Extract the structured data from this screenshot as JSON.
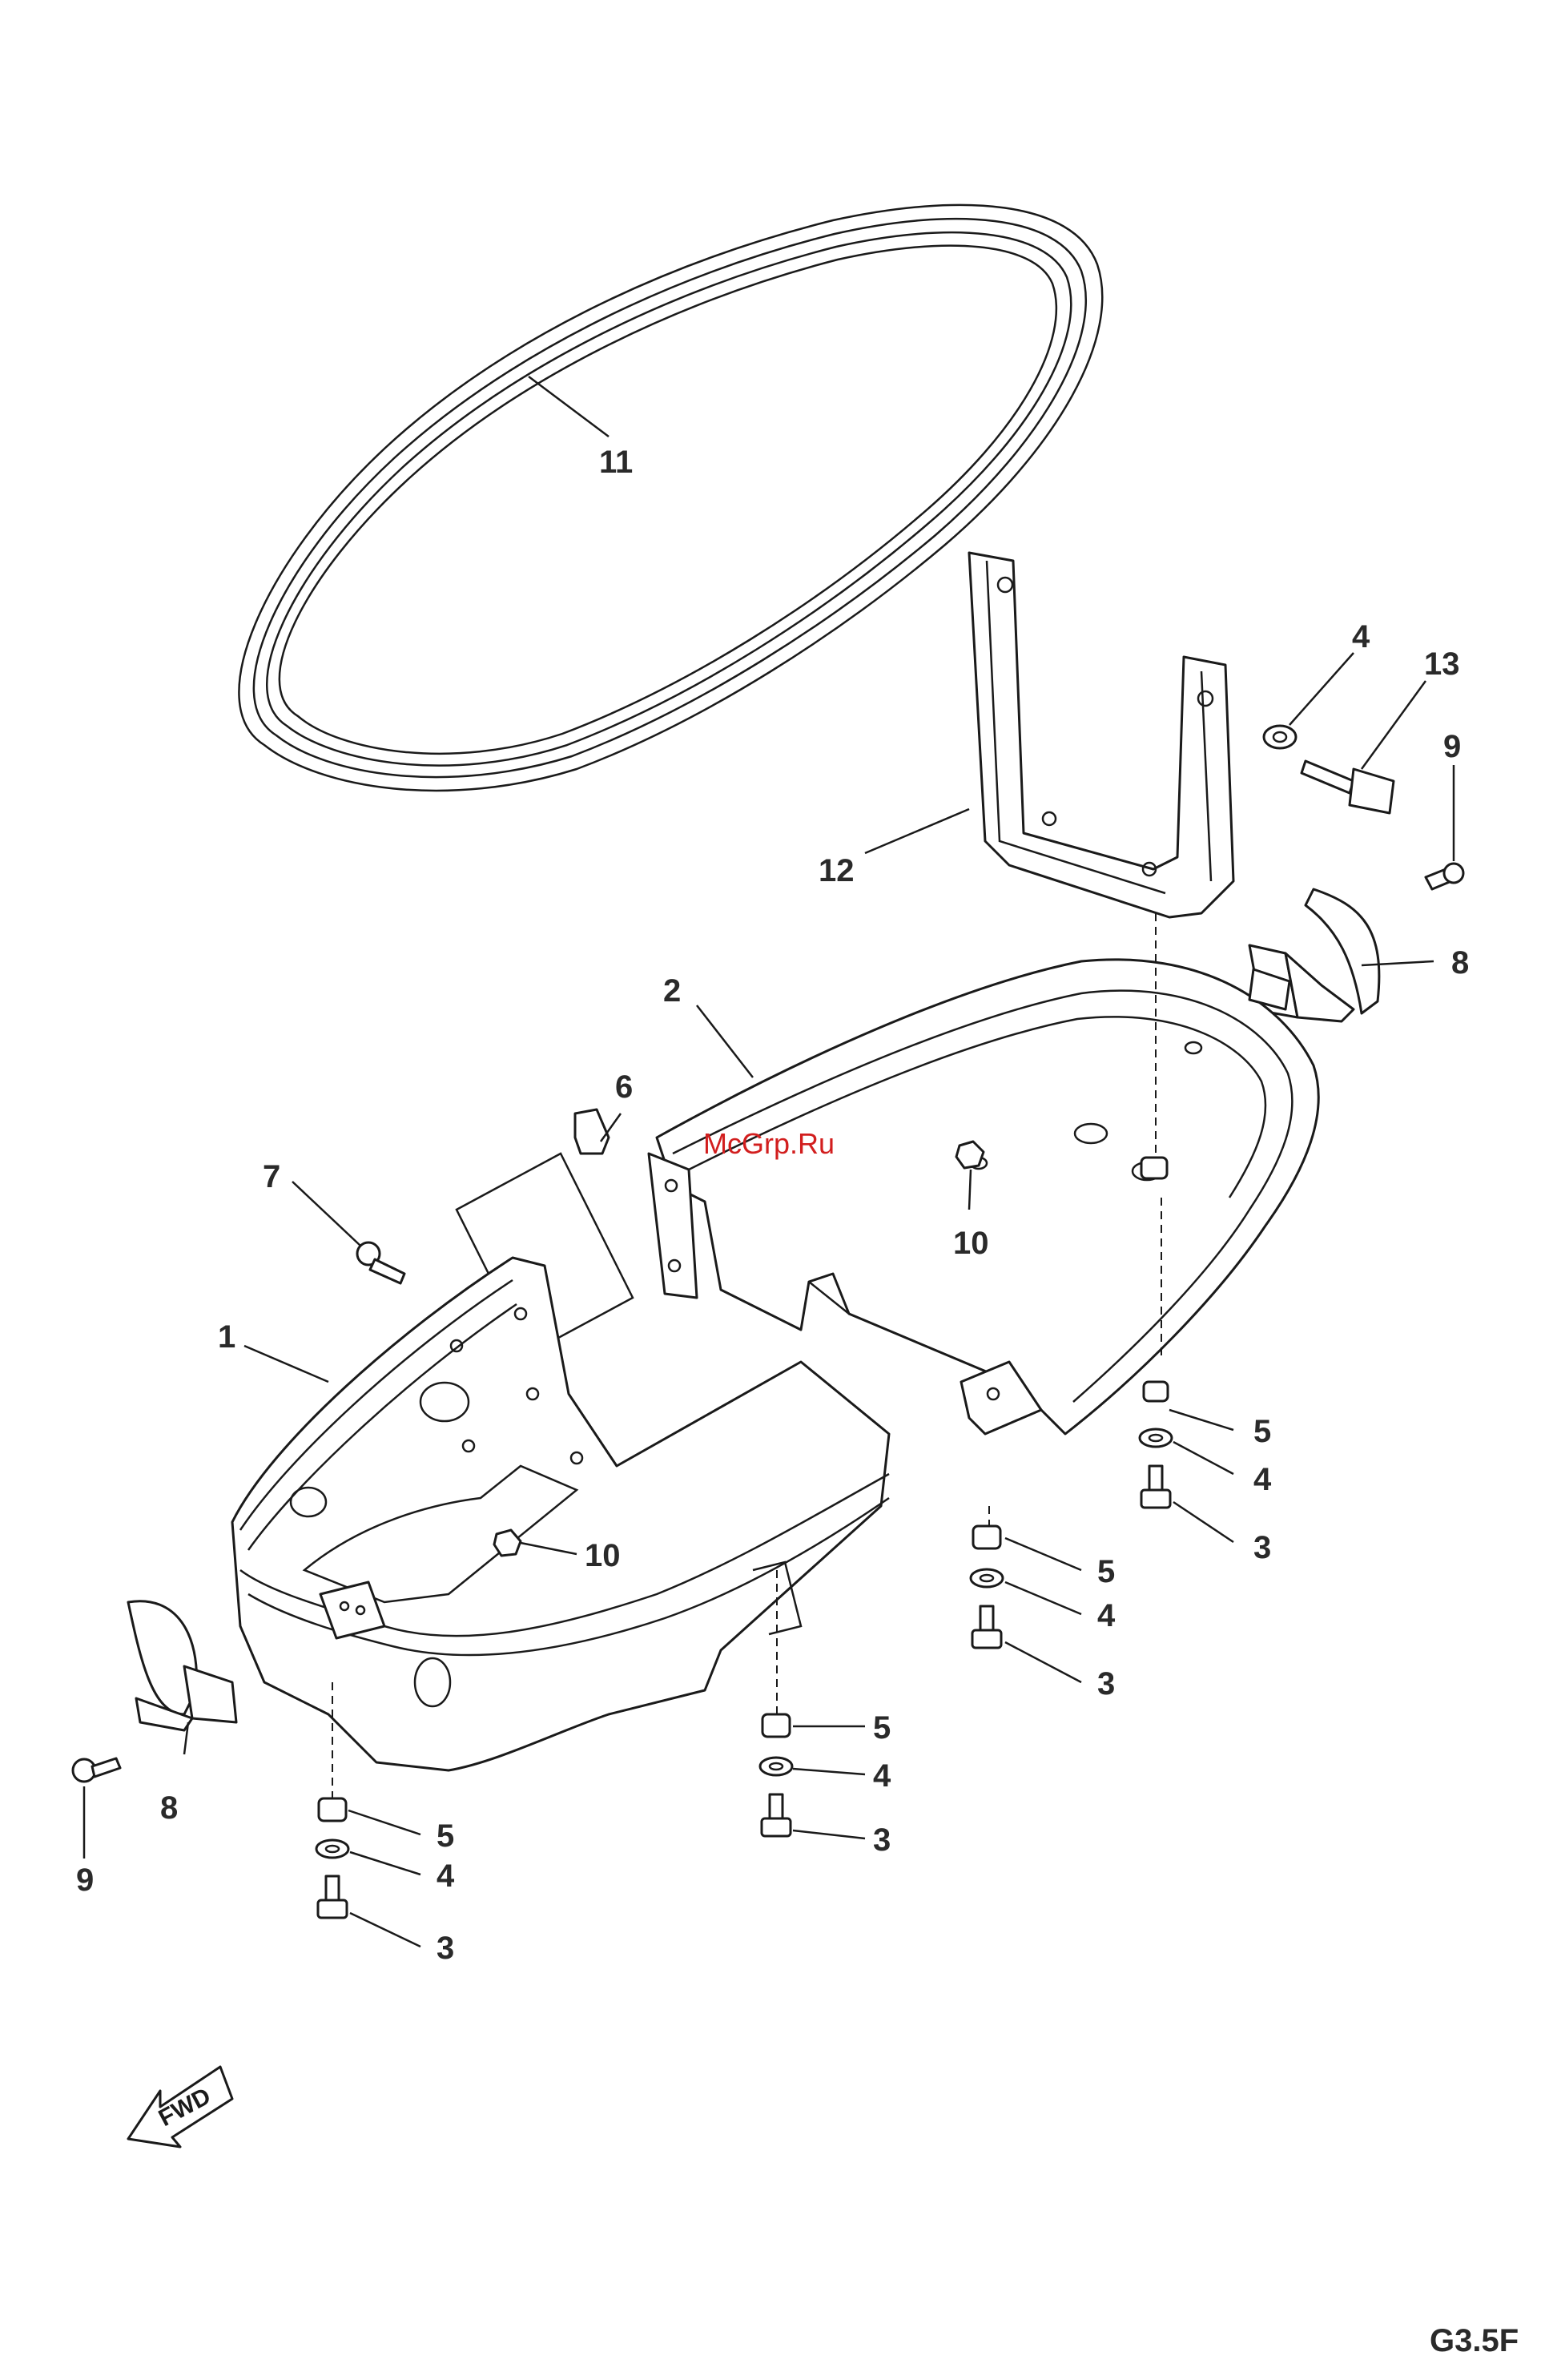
{
  "diagram": {
    "labels": {
      "p1": "1",
      "p2": "2",
      "p3a": "3",
      "p3b": "3",
      "p3c": "3",
      "p3d": "3",
      "p4a": "4",
      "p4b": "4",
      "p4c": "4",
      "p4d": "4",
      "p4e": "4",
      "p5a": "5",
      "p5b": "5",
      "p5c": "5",
      "p5d": "5",
      "p6": "6",
      "p7": "7",
      "p8a": "8",
      "p8b": "8",
      "p9a": "9",
      "p9b": "9",
      "p10a": "10",
      "p10b": "10",
      "p11": "11",
      "p12": "12",
      "p13": "13"
    },
    "fwd_label": "FWD",
    "drawing_code": "G3.5F",
    "watermark": "McGrp.Ru"
  }
}
